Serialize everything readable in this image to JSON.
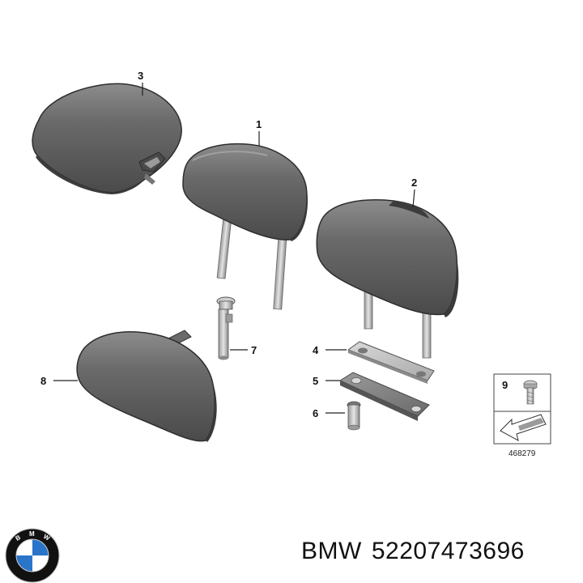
{
  "callouts": {
    "c1": "1",
    "c2": "2",
    "c3": "3",
    "c4": "4",
    "c5": "5",
    "c6": "6",
    "c7": "7",
    "c8": "8",
    "c9": "9"
  },
  "reference_number": "468279",
  "footer": {
    "brand": "BMW",
    "part_number": "52207473696"
  },
  "logo": {
    "letters": "BMW",
    "colors": {
      "blue": "#2a74c9",
      "white": "#ffffff",
      "ring": "#111111"
    }
  },
  "colors": {
    "part_fill": "#5f5f5f",
    "part_light": "#8a8a8a",
    "metal": "#b9b9b9"
  }
}
